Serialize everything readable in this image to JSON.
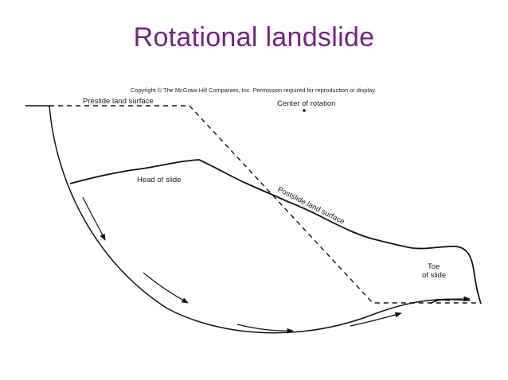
{
  "slide": {
    "title": "Rotational landslide",
    "copyright": "Copyright © The McGraw-Hill Companies, Inc. Permission required for reproduction or display."
  },
  "diagram": {
    "labels": {
      "preslide": "Preslide land surface",
      "center": "Center of rotation",
      "head": "Head of slide",
      "postslide": "Postslide land surface",
      "toe_line1": "Toe",
      "toe_line2": "of slide"
    },
    "colors": {
      "title": "#7a1f8a",
      "line": "#111111"
    }
  }
}
